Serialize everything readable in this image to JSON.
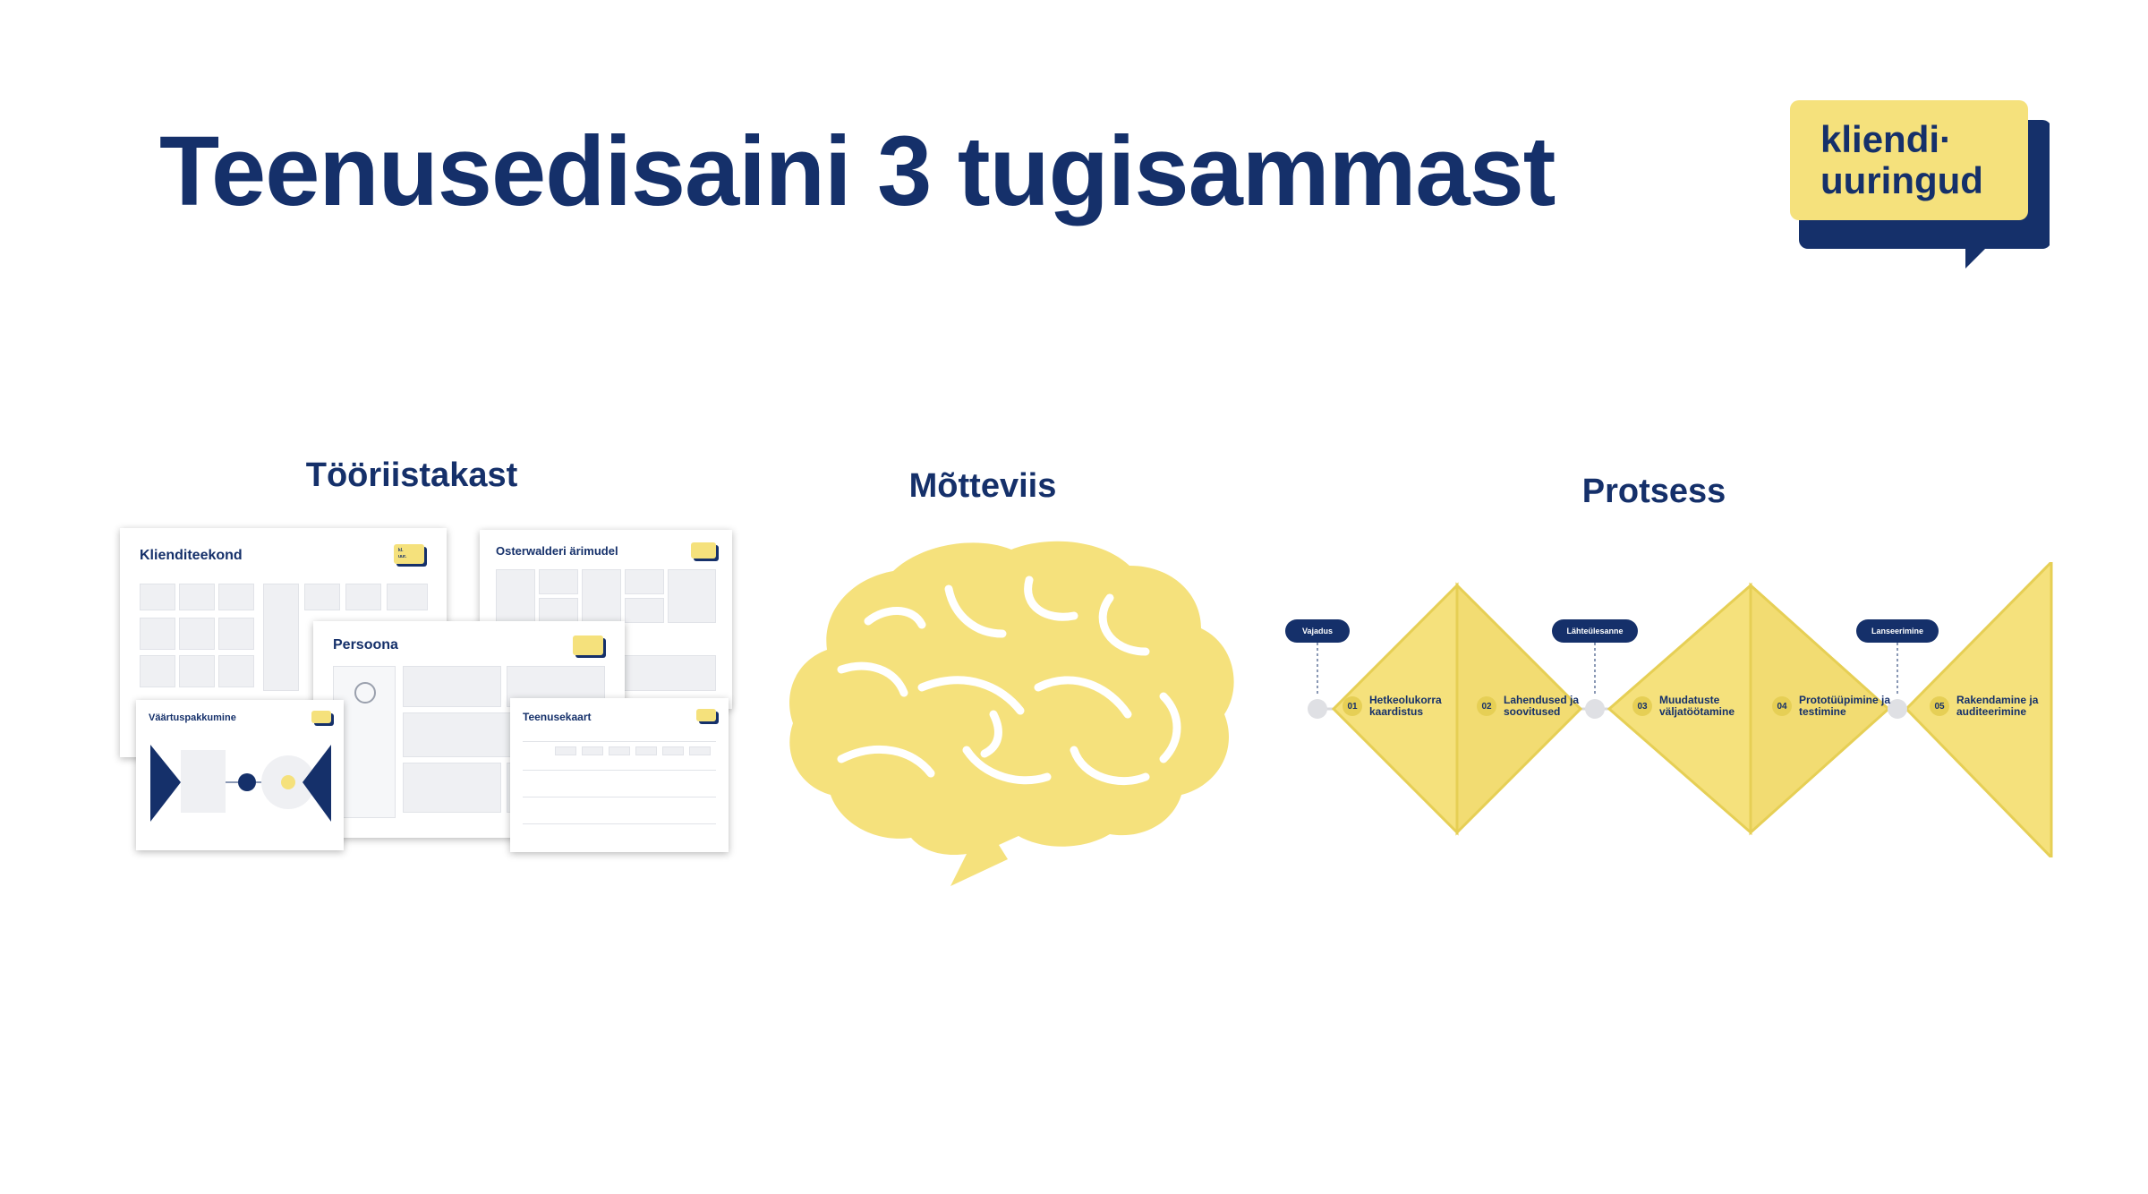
{
  "title": "Teenusedisaini 3 tugisammast",
  "logo": {
    "line1": "kliendi·",
    "line2": "uuringud"
  },
  "columns": {
    "toolkit": "Tööriistakast",
    "mindset": "Mõtteviis",
    "process": "Protsess"
  },
  "sheets": {
    "journey": "Klienditeekond",
    "osterwalder": "Osterwalderi ärimudel",
    "persona": "Persoona",
    "value": "Väärtuspakkumine",
    "service_map": "Teenusekaart"
  },
  "process": {
    "milestones": [
      "Vajadus",
      "Lähteülesanne",
      "Lanseerimine"
    ],
    "steps": [
      {
        "num": "01",
        "label": "Hetkeolukorra kaardistus"
      },
      {
        "num": "02",
        "label": "Lahendused ja soovitused"
      },
      {
        "num": "03",
        "label": "Muudatuste väljatöötamine"
      },
      {
        "num": "04",
        "label": "Prototüüpimine ja testimine"
      },
      {
        "num": "05",
        "label": "Rakendamine ja auditeerimine"
      }
    ]
  },
  "colors": {
    "navy": "#15306a",
    "yellow": "#f5e17c",
    "yellow_dark": "#e6cf55"
  }
}
